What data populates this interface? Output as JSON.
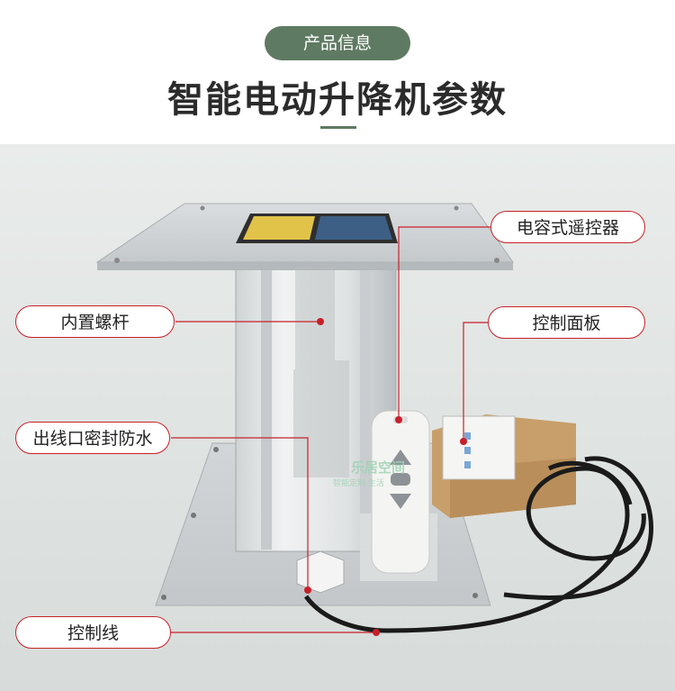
{
  "header": {
    "pill_text": "产品信息",
    "title": "智能电动升降机参数"
  },
  "labels": {
    "remote": "电容式遥控器",
    "screw": "内置螺杆",
    "panel": "控制面板",
    "waterproof": "出线口密封防水",
    "cable": "控制线"
  },
  "watermark": {
    "brand": "乐居空间",
    "slogan": "智能定制·生活"
  },
  "colors": {
    "accent": "#5f7a62",
    "callout": "#c8202a",
    "background": "#dfe4e2"
  }
}
